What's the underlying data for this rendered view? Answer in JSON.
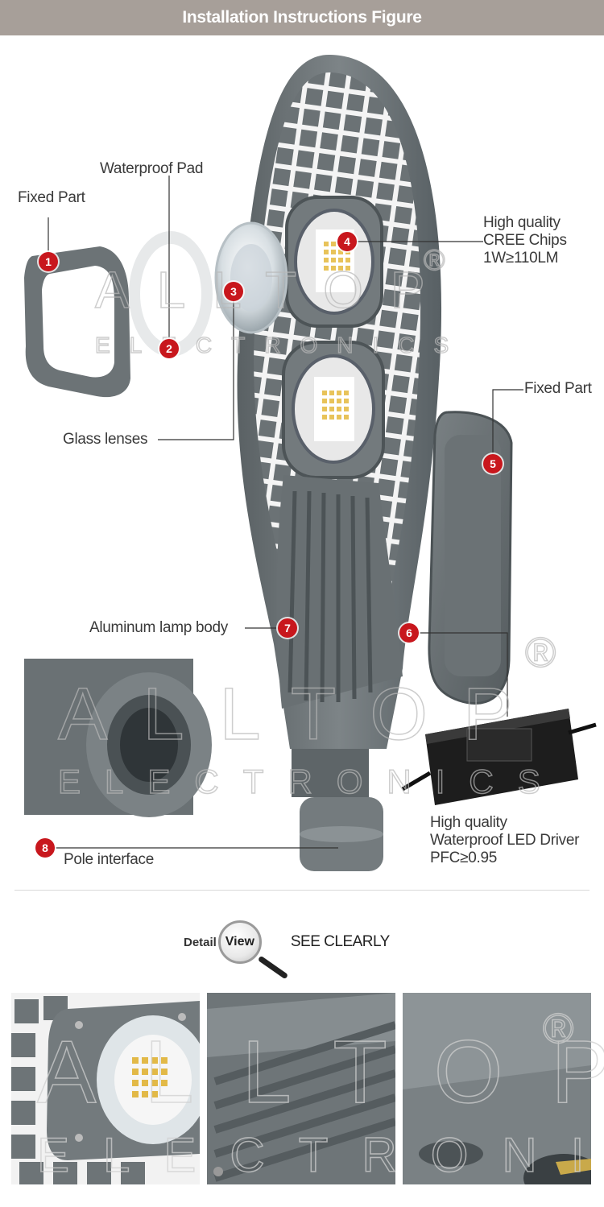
{
  "header": {
    "title": "Installation Instructions Figure"
  },
  "watermark": {
    "line1": "ALLTOP",
    "line2": "ELECTRONICS",
    "registered": "®"
  },
  "labels": {
    "fixed_part_left": "Fixed Part",
    "waterproof_pad": "Waterproof Pad",
    "glass_lenses": "Glass lenses",
    "chips": [
      "High quality",
      "CREE Chips",
      "1W≥110LM"
    ],
    "fixed_part_right": "Fixed Part",
    "lamp_body": "Aluminum lamp body",
    "driver": [
      "High quality",
      "Waterproof LED Driver",
      "PFC≥0.95"
    ],
    "pole_interface": "Pole interface"
  },
  "badges": [
    "1",
    "2",
    "3",
    "4",
    "5",
    "6",
    "7",
    "8"
  ],
  "detail": {
    "prefix": "Detail",
    "view": "View",
    "suffix": "SEE CLEARLY"
  },
  "colors": {
    "header_bg": "#a79f99",
    "badge_red": "#c8171d",
    "lamp_gray": "#6d7477"
  }
}
